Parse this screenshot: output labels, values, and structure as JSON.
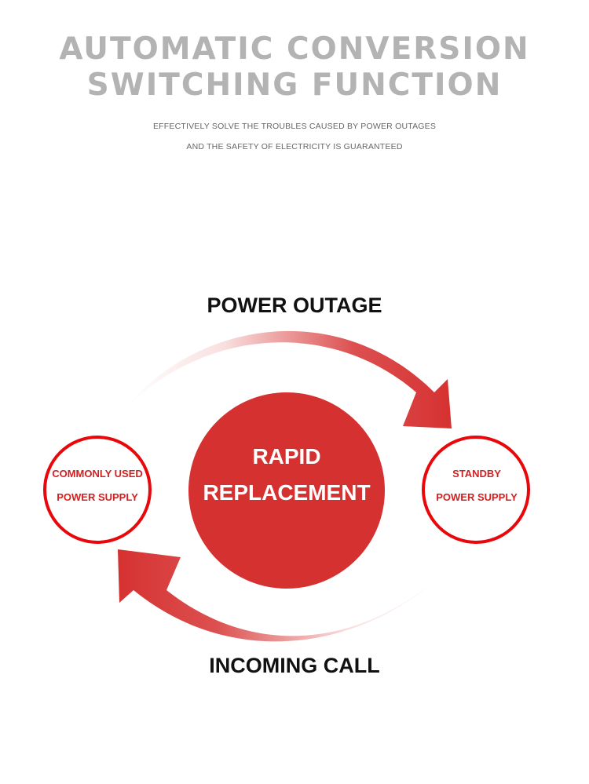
{
  "header": {
    "title_line1": "AUTOMATIC CONVERSION",
    "title_line2": "SWITCHING FUNCTION",
    "subtitle_line1": "EFFECTIVELY SOLVE THE TROUBLES CAUSED BY POWER OUTAGES",
    "subtitle_line2": "AND THE SAFETY OF ELECTRICITY IS GUARANTEED"
  },
  "diagram": {
    "top_label": "POWER OUTAGE",
    "bottom_label": "INCOMING CALL",
    "center": {
      "line1": "RAPID",
      "line2": "REPLACEMENT"
    },
    "left_node": {
      "line1": "COMMONLY USED",
      "line2": "POWER SUPPLY"
    },
    "right_node": {
      "line1": "STANDBY",
      "line2": "POWER SUPPLY"
    }
  },
  "colors": {
    "accent_red": "#d63131",
    "ring_red": "#e8070a",
    "title_gray": "#b3b3b3"
  },
  "icons": {
    "top_arrow": "curved-arrow-right-icon",
    "bottom_arrow": "curved-arrow-left-icon"
  }
}
